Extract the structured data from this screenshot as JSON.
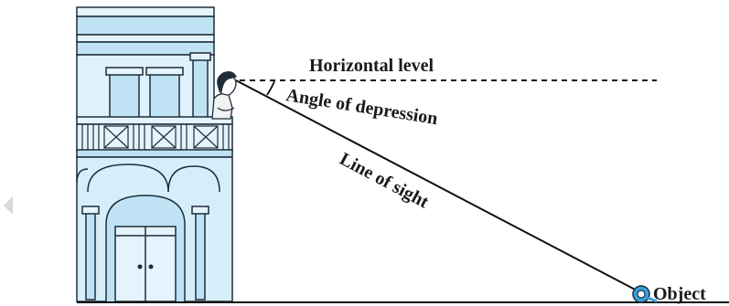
{
  "labels": {
    "horizontal": "Horizontal level",
    "angle": "Angle of depression",
    "sight": "Line of sight",
    "object": "Object"
  },
  "colors": {
    "building_fill": "#bfe3f5",
    "building_light": "#e4f4fc",
    "building_stroke": "#1f2d3a",
    "line": "#111111",
    "object_blue": "#3aa0dc",
    "arrow_gray": "#d9d9d9"
  }
}
